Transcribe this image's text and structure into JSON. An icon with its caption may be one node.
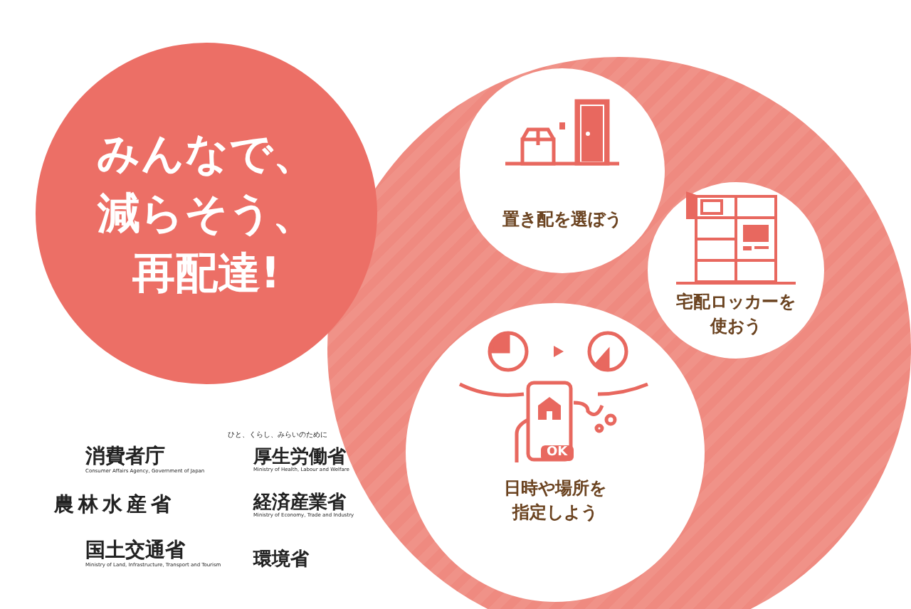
{
  "diagram": {
    "nodes": [
      {
        "text": [
          "みんなで、減らそう、再配達!"
        ]
      },
      {
        "text": [],
        "shape": "circle"
      },
      {
        "text": [
          "置き配を選ぼう"
        ],
        "in": 1
      },
      {
        "text": [
          "宅配ロッカーを使おう"
        ],
        "in": 1
      },
      {
        "text": [
          "日時や場所を指定しよう"
        ],
        "in": 1
      }
    ],
    "labels": [
      "OK",
      "消費者庁",
      "Consumer Affairs Agency, Government of Japan",
      "ひと、くらし、みらいのために",
      "厚生労働省",
      "Ministry of Health, Labour and Welfare",
      "農林水産省",
      "経済産業省",
      "Ministry of Economy, Trade and Industry",
      "国土交通省",
      "Ministry of Land, Infrastructure, Transport and Tourism",
      "環境省"
    ]
  }
}
